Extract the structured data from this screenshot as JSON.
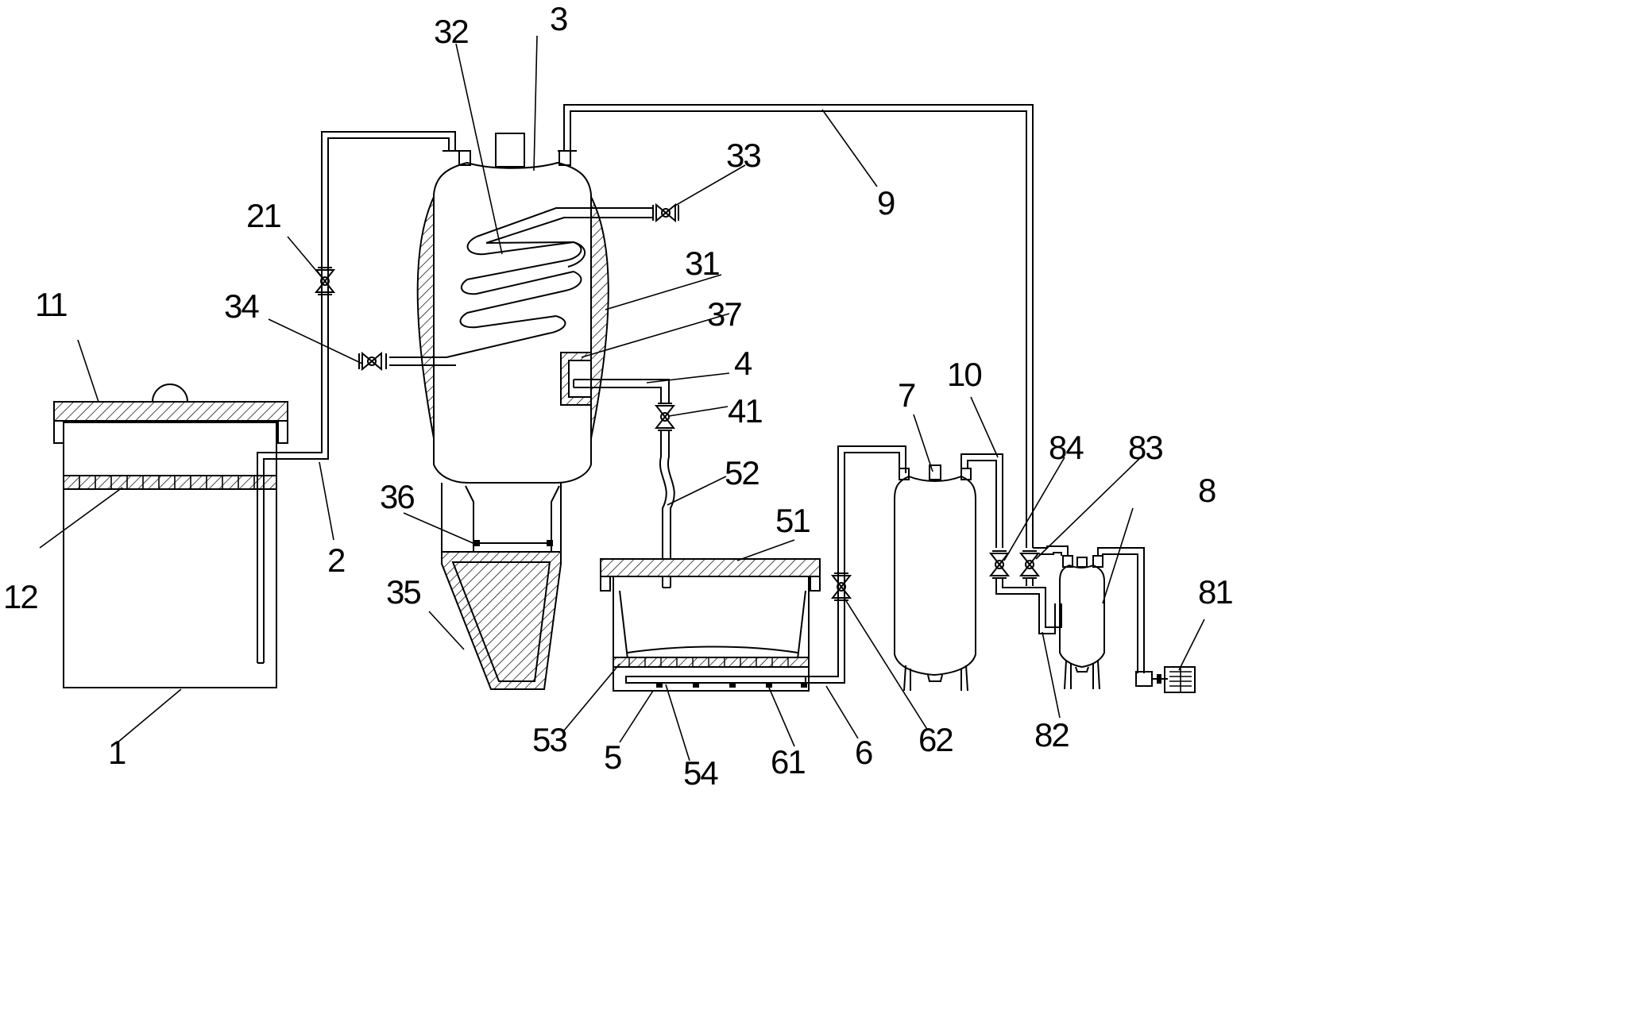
{
  "labels": {
    "n1": "1",
    "n2": "2",
    "n3": "3",
    "n4": "4",
    "n5": "5",
    "n6": "6",
    "n7": "7",
    "n8": "8",
    "n9": "9",
    "n10": "10",
    "n11": "11",
    "n12": "12",
    "n21": "21",
    "n31": "31",
    "n32": "32",
    "n33": "33",
    "n34": "34",
    "n35": "35",
    "n36": "36",
    "n37": "37",
    "n41": "41",
    "n51": "51",
    "n52": "52",
    "n53": "53",
    "n54": "54",
    "n61": "61",
    "n62": "62",
    "n81": "81",
    "n82": "82",
    "n83": "83",
    "n84": "84"
  },
  "colors": {
    "line": "#000000",
    "background": "#ffffff"
  }
}
